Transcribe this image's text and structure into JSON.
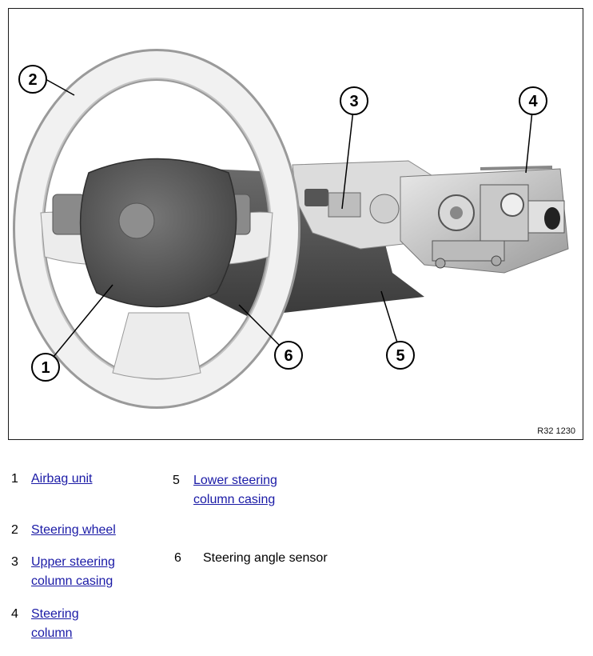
{
  "figure": {
    "id_label": "R32 1230",
    "callouts": [
      "1",
      "2",
      "3",
      "4",
      "5",
      "6"
    ]
  },
  "legend": [
    {
      "number": "1",
      "label": "Airbag unit",
      "link": true
    },
    {
      "number": "2",
      "label": "Steering wheel",
      "link": true
    },
    {
      "number": "3",
      "label": "Upper steering column casing",
      "link": true
    },
    {
      "number": "4",
      "label": "Steering column",
      "link": true
    },
    {
      "number": "5",
      "label": "Lower steering column casing",
      "link": true
    },
    {
      "number": "6",
      "label": "Steering angle sensor",
      "link": false
    }
  ],
  "colors": {
    "link": "#1a1aa6",
    "frame": "#1a1a1a"
  }
}
